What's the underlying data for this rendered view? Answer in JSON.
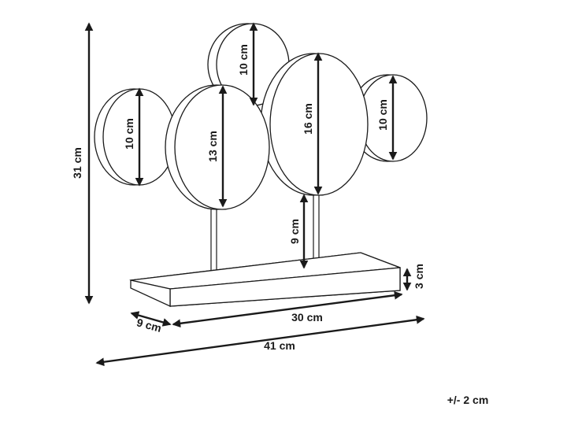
{
  "diagram": {
    "measurements": {
      "total_height": "31 cm",
      "left_circle": "10 cm",
      "middle_left_circle": "13 cm",
      "top_circle": "10 cm",
      "large_circle": "16 cm",
      "right_circle": "10 cm",
      "rod_height": "9 cm",
      "base_height": "3 cm",
      "base_depth": "9 cm",
      "base_width": "30 cm",
      "total_width": "41 cm"
    },
    "tolerance": "+/- 2 cm"
  },
  "colors": {
    "line": "#1a1a1a",
    "background": "#ffffff"
  }
}
